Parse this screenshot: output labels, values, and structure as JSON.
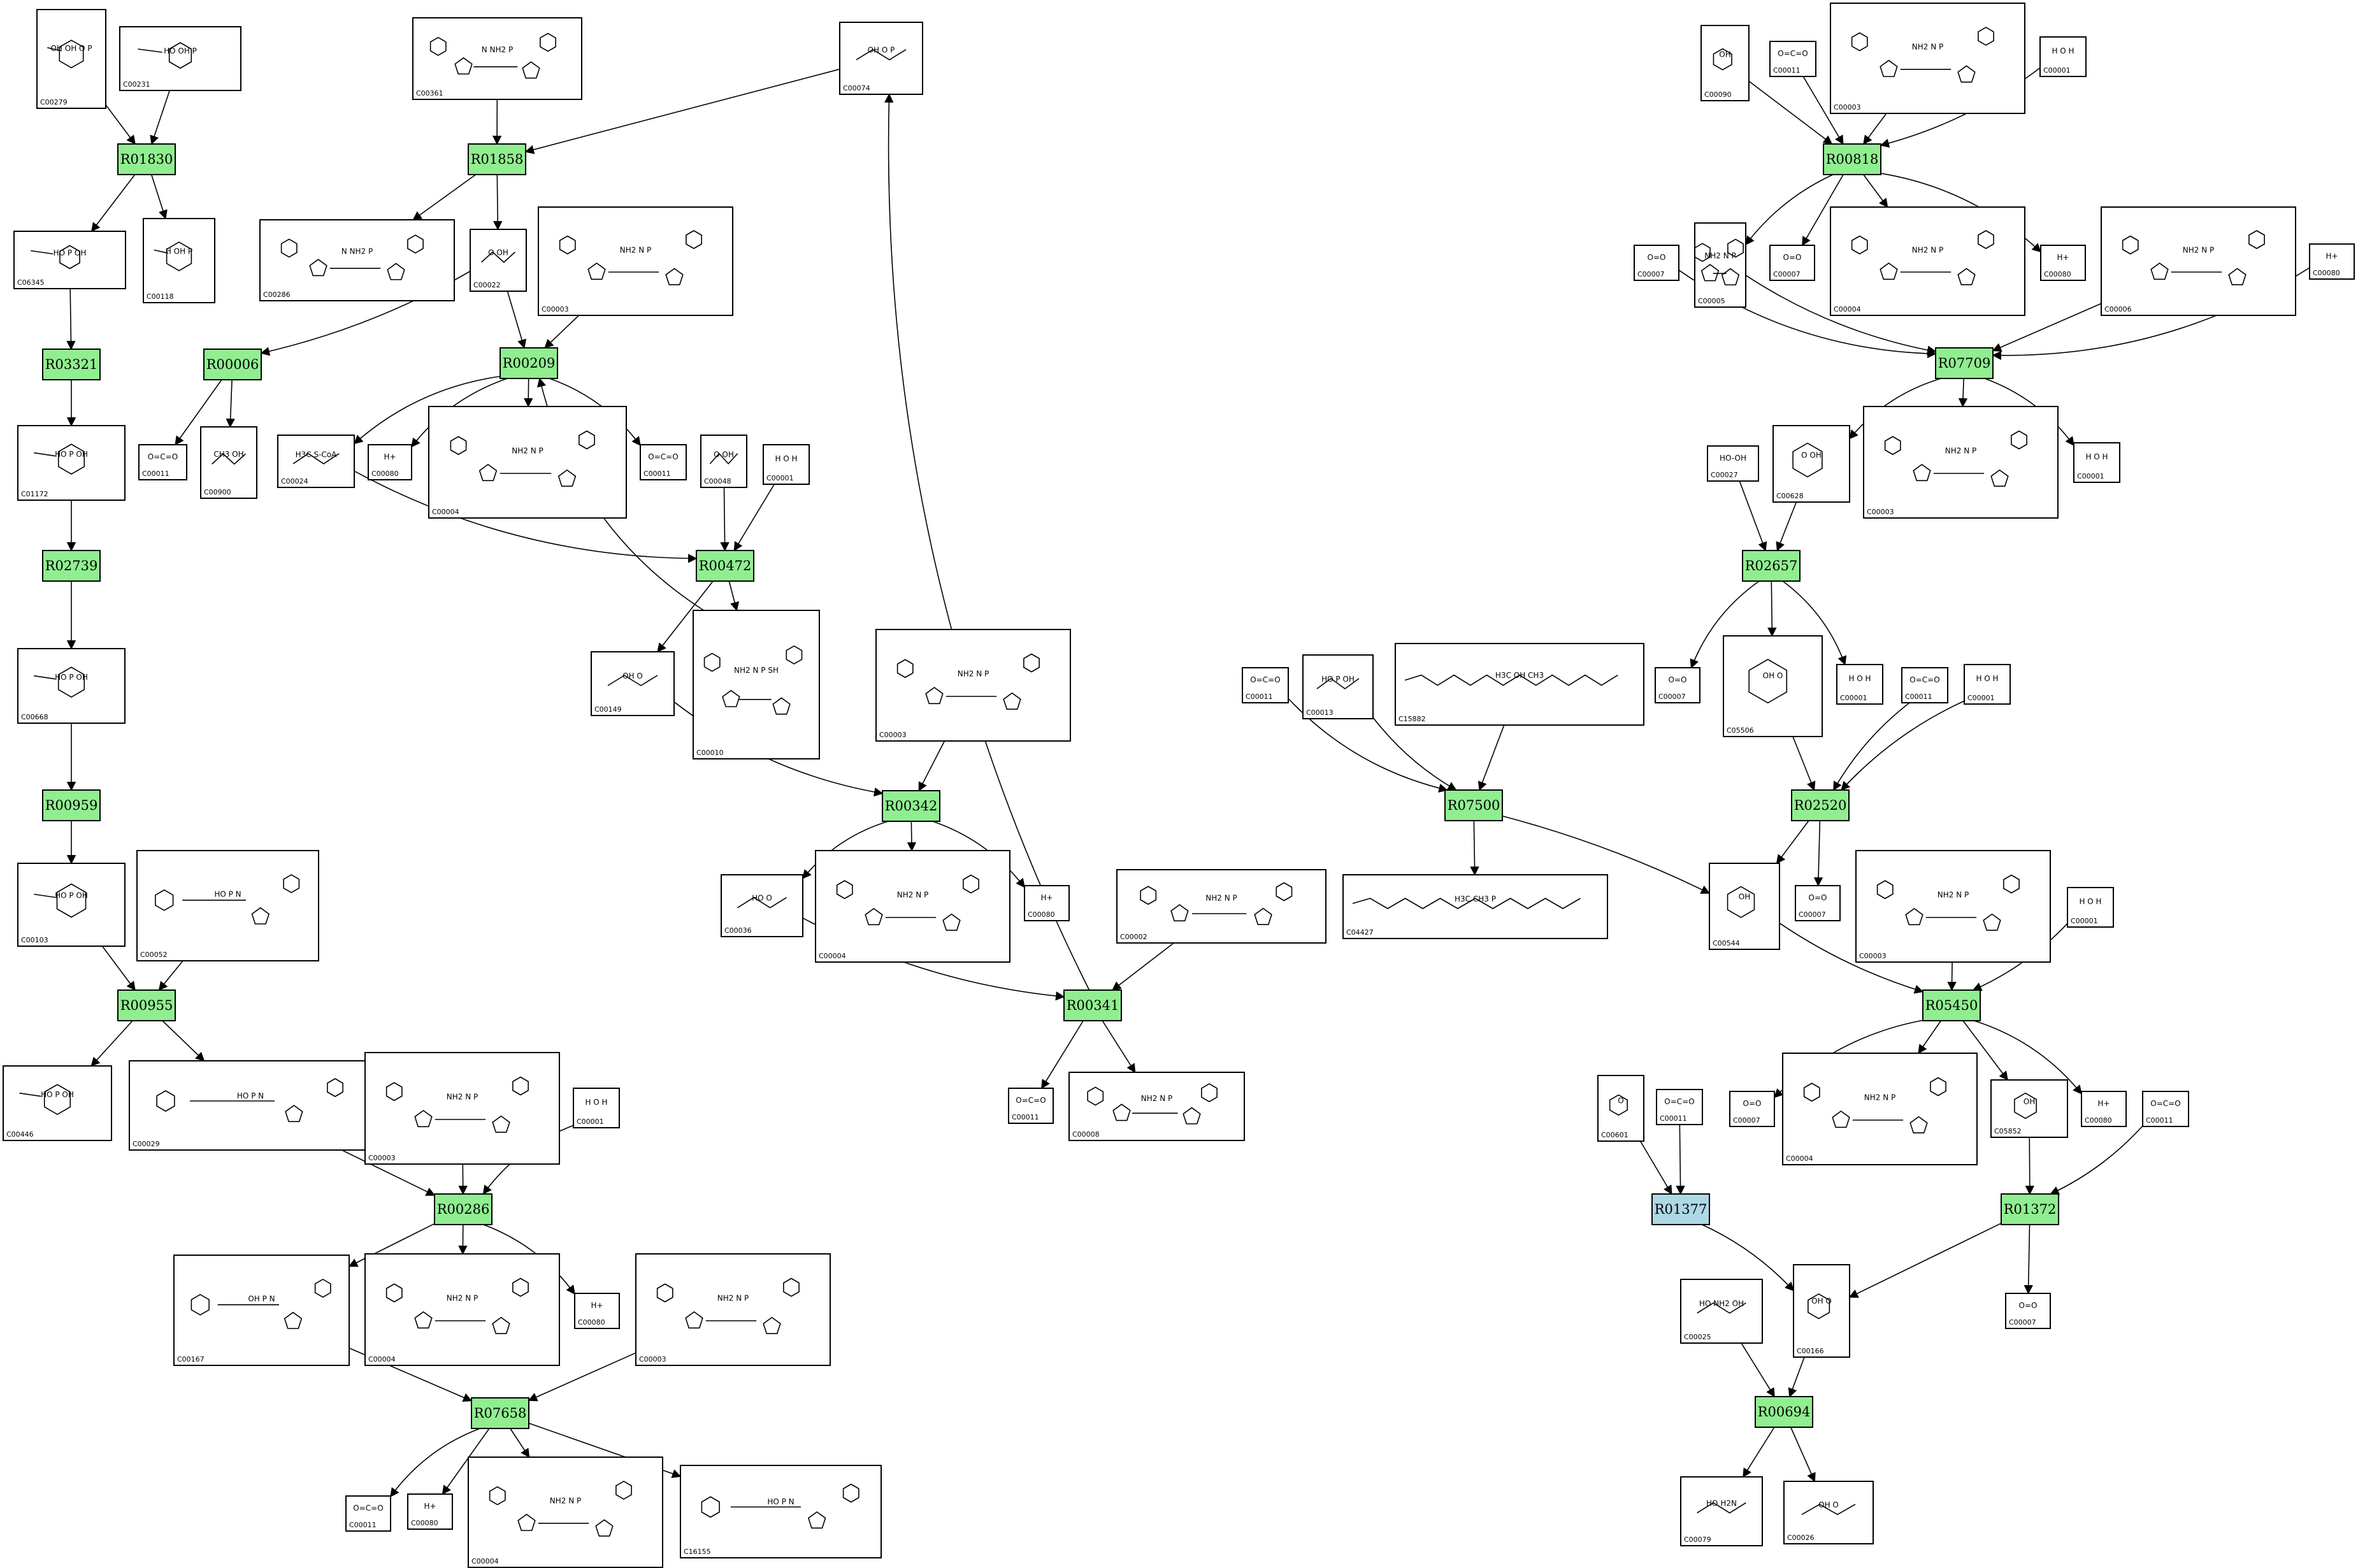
{
  "reactions": [
    {
      "id": "R01830",
      "type": "normal"
    },
    {
      "id": "R01858",
      "type": "normal"
    },
    {
      "id": "R03321",
      "type": "normal"
    },
    {
      "id": "R00006",
      "type": "normal"
    },
    {
      "id": "R00209",
      "type": "normal"
    },
    {
      "id": "R02739",
      "type": "normal"
    },
    {
      "id": "R00472",
      "type": "normal"
    },
    {
      "id": "R00959",
      "type": "normal"
    },
    {
      "id": "R00342",
      "type": "normal"
    },
    {
      "id": "R00955",
      "type": "normal"
    },
    {
      "id": "R00341",
      "type": "normal"
    },
    {
      "id": "R00286",
      "type": "normal"
    },
    {
      "id": "R07658",
      "type": "normal"
    },
    {
      "id": "R00818",
      "type": "normal"
    },
    {
      "id": "R07709",
      "type": "normal"
    },
    {
      "id": "R02657",
      "type": "normal"
    },
    {
      "id": "R07500",
      "type": "normal"
    },
    {
      "id": "R02520",
      "type": "normal"
    },
    {
      "id": "R05450",
      "type": "normal"
    },
    {
      "id": "R01377",
      "type": "highlight"
    },
    {
      "id": "R01372",
      "type": "normal"
    },
    {
      "id": "R00694",
      "type": "normal"
    }
  ],
  "compounds": [
    {
      "id": "C00279",
      "glyph": "sugar-phosphate",
      "atoms": "OH OH O P"
    },
    {
      "id": "C00231",
      "glyph": "sugar-phosphate",
      "atoms": "HO OH P"
    },
    {
      "id": "C00361",
      "glyph": "nucleotide",
      "atoms": "N NH2 P"
    },
    {
      "id": "C00074",
      "glyph": "small-acid",
      "atoms": "OH O P"
    },
    {
      "id": "C06345",
      "glyph": "sugar-phosphate",
      "atoms": "HO P OH"
    },
    {
      "id": "C00118",
      "glyph": "sugar-phosphate",
      "atoms": "H OH P"
    },
    {
      "id": "C00286",
      "glyph": "nucleotide",
      "atoms": "N NH2 P"
    },
    {
      "id": "C00022",
      "glyph": "small-acid",
      "atoms": "O OH"
    },
    {
      "id": "C00003",
      "glyph": "nad",
      "atoms": "NH2 N P"
    },
    {
      "id": "C00011",
      "glyph": "co2",
      "atoms": "O=C=O"
    },
    {
      "id": "C00900",
      "glyph": "small-acid",
      "atoms": "CH3 OH"
    },
    {
      "id": "C00024",
      "glyph": "acetyl",
      "atoms": "H3C S-CoA"
    },
    {
      "id": "C00080",
      "glyph": "proton",
      "atoms": "H+"
    },
    {
      "id": "C00004",
      "glyph": "nad",
      "atoms": "NH2 N P"
    },
    {
      "id": "C00048",
      "glyph": "small-acid",
      "atoms": "O OH"
    },
    {
      "id": "C00001",
      "glyph": "water",
      "atoms": "H O H"
    },
    {
      "id": "C01172",
      "glyph": "sugar-phosphate",
      "atoms": "HO P OH"
    },
    {
      "id": "C00149",
      "glyph": "small-acid",
      "atoms": "OH O"
    },
    {
      "id": "C00010",
      "glyph": "coa",
      "atoms": "NH2 N P SH"
    },
    {
      "id": "C00668",
      "glyph": "sugar-phosphate",
      "atoms": "HO P OH"
    },
    {
      "id": "C00036",
      "glyph": "small-acid",
      "atoms": "HO O"
    },
    {
      "id": "C00103",
      "glyph": "sugar-phosphate",
      "atoms": "HO P OH"
    },
    {
      "id": "C00052",
      "glyph": "udp-sugar",
      "atoms": "HO P N"
    },
    {
      "id": "C00002",
      "glyph": "nucleotide",
      "atoms": "NH2 N P"
    },
    {
      "id": "C00446",
      "glyph": "sugar-phosphate",
      "atoms": "HO P OH"
    },
    {
      "id": "C00029",
      "glyph": "udp-sugar",
      "atoms": "HO P N"
    },
    {
      "id": "C00008",
      "glyph": "nucleotide",
      "atoms": "NH2 N P"
    },
    {
      "id": "C00167",
      "glyph": "udp-sugar",
      "atoms": "OH P N"
    },
    {
      "id": "C16155",
      "glyph": "udp-sugar",
      "atoms": "HO P N"
    },
    {
      "id": "C00090",
      "glyph": "aromatic",
      "atoms": "OH"
    },
    {
      "id": "C00005",
      "glyph": "nad",
      "atoms": "NH2 N P"
    },
    {
      "id": "C00007",
      "glyph": "o2",
      "atoms": "O=O"
    },
    {
      "id": "C00006",
      "glyph": "nad",
      "atoms": "NH2 N P"
    },
    {
      "id": "C00628",
      "glyph": "aromatic",
      "atoms": "O OH"
    },
    {
      "id": "C00027",
      "glyph": "h2o2",
      "atoms": "HO-OH"
    },
    {
      "id": "C05506",
      "glyph": "aromatic",
      "atoms": "OH O"
    },
    {
      "id": "C00013",
      "glyph": "phosphate",
      "atoms": "HO P OH"
    },
    {
      "id": "C15882",
      "glyph": "isoprenoid",
      "atoms": "H3C OH CH3"
    },
    {
      "id": "C04427",
      "glyph": "isoprenoid",
      "atoms": "H3C CH3 P"
    },
    {
      "id": "C00544",
      "glyph": "aromatic",
      "atoms": "OH"
    },
    {
      "id": "C05852",
      "glyph": "aromatic",
      "atoms": "OH"
    },
    {
      "id": "C00601",
      "glyph": "aromatic",
      "atoms": "O"
    },
    {
      "id": "C00025",
      "glyph": "amino-acid",
      "atoms": "HO NH2 OH"
    },
    {
      "id": "C00166",
      "glyph": "aromatic",
      "atoms": "OH O"
    },
    {
      "id": "C00079",
      "glyph": "amino-acid",
      "atoms": "HO H2N"
    },
    {
      "id": "C00026",
      "glyph": "small-acid",
      "atoms": "OH O"
    }
  ]
}
